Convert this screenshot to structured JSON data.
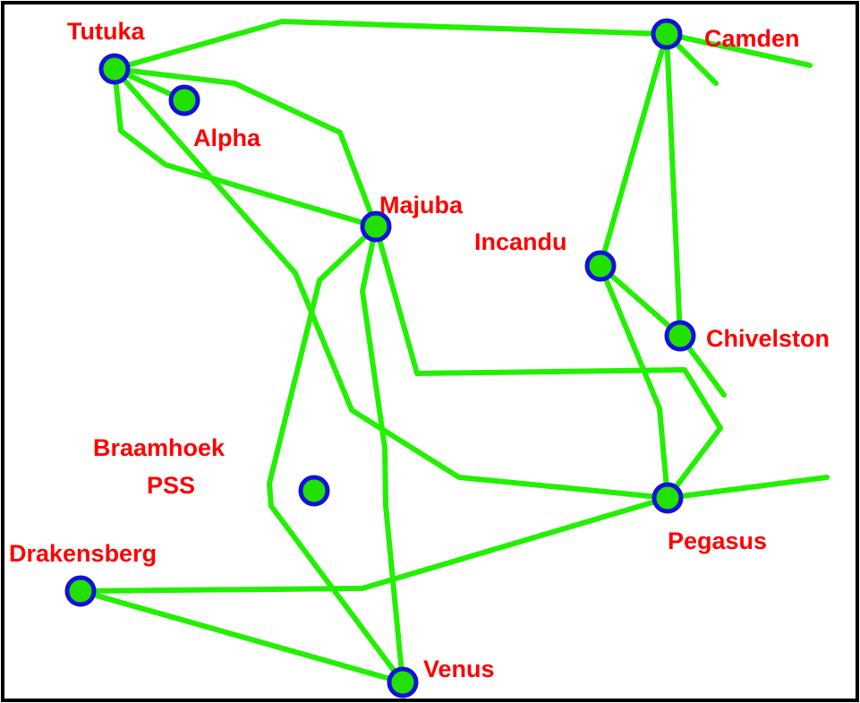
{
  "colors": {
    "line": "#22f000",
    "node_fill": "#22e000",
    "node_stroke": "#1111dd",
    "label": "#ff0000",
    "border": "#000000"
  },
  "labels": {
    "tutuka": "Tutuka",
    "alpha": "Alpha",
    "camden": "Camden",
    "majuba": "Majuba",
    "incandu": "Incandu",
    "chivelston": "Chivelston",
    "braamhoek_line1": "Braamhoek",
    "braamhoek_line2": "PSS",
    "drakensberg": "Drakensberg",
    "pegasus": "Pegasus",
    "venus": "Venus"
  }
}
